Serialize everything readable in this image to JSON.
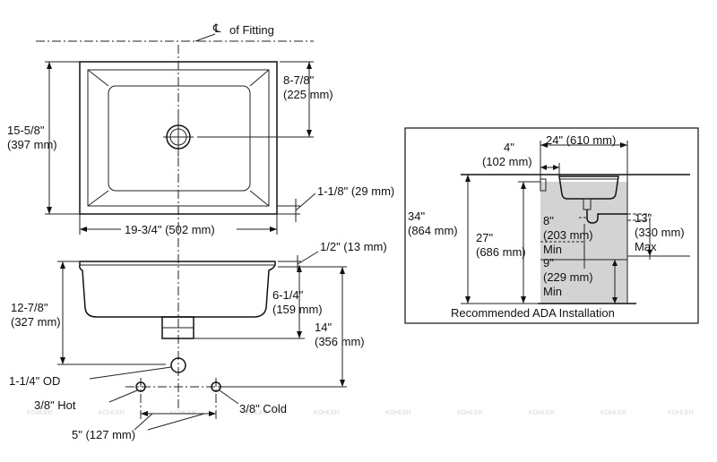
{
  "labels": {
    "centerline_symbol": "℄",
    "centerline": "of Fitting",
    "depth_in": "8-7/8\"",
    "depth_mm": "(225 mm)",
    "length_in": "15-5/8\"",
    "length_mm": "(397 mm)",
    "rim_in": "1-1/8\" (29 mm)",
    "width": "19-3/4\" (502 mm)",
    "lip": "1/2\" (13 mm)",
    "bowl_in": "12-7/8\"",
    "bowl_mm": "(327 mm)",
    "bowl_depth_in": "6-1/4\"",
    "bowl_depth_mm": "(159 mm)",
    "height_in": "14\"",
    "height_mm": "(356 mm)",
    "drain": "1-1/4\" OD",
    "hot": "3/8\" Hot",
    "cold": "3/8\" Cold",
    "spacing": "5\" (127 mm)"
  },
  "ada": {
    "caption": "Recommended ADA Installation",
    "offset_in": "4\"",
    "offset_mm": "(102 mm)",
    "counter": "24\" (610 mm)",
    "rim_height_in": "34\"",
    "rim_height_mm": "(864 mm)",
    "knee_in": "27\"",
    "knee_mm": "(686 mm)",
    "knee8_in": "8\"",
    "knee8_mm": "(203 mm)",
    "knee8_min": "Min",
    "toe9_in": "9\"",
    "toe9_mm": "(229 mm)",
    "toe9_min": "Min",
    "trap_in": "13\"",
    "trap_mm": "(330 mm)",
    "trap_max": "Max"
  },
  "watermark": "KOHLER"
}
